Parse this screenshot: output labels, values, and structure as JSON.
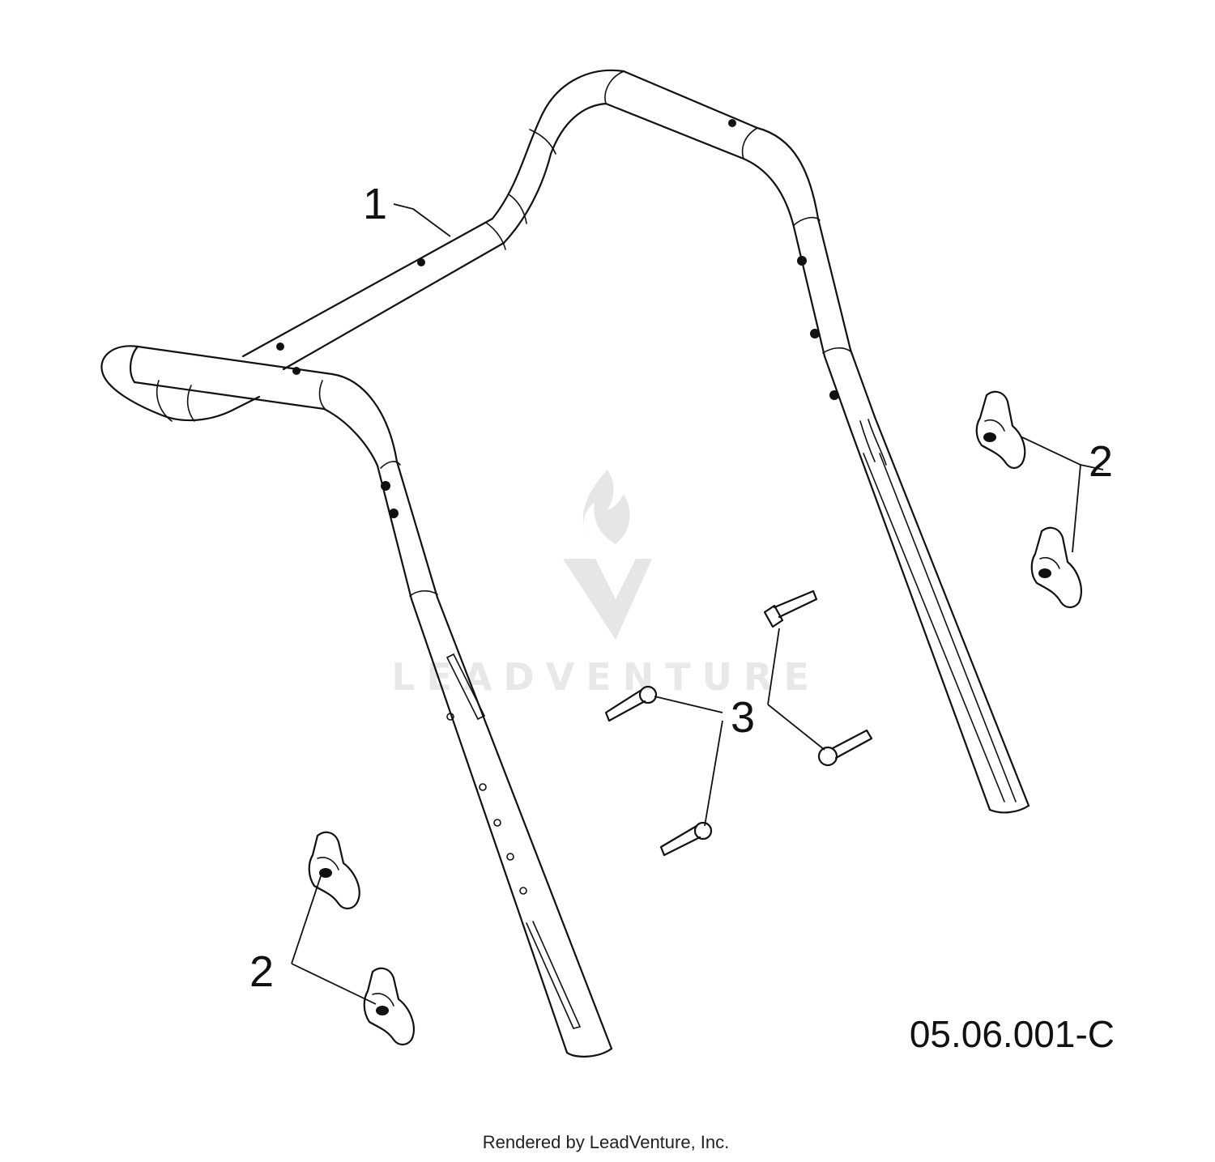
{
  "diagram": {
    "callouts": {
      "handle": "1",
      "knob_right": "2",
      "knob_left": "2",
      "bolts": "3"
    },
    "figure_code": "05.06.001-C",
    "watermark": "LEADVENTURE",
    "footer": "Rendered by LeadVenture, Inc."
  },
  "colors": {
    "ink": "#111111",
    "watermark": "#e8e8e8"
  }
}
